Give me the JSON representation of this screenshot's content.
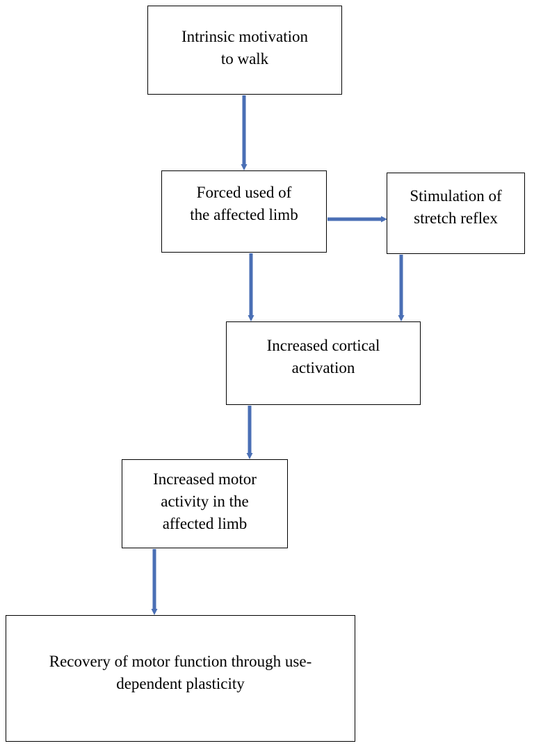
{
  "diagram": {
    "nodes": [
      {
        "id": "intrinsic",
        "label_lines": [
          "Intrinsic motivation",
          "to walk"
        ]
      },
      {
        "id": "forced",
        "label_lines": [
          "Forced used of",
          "the affected limb"
        ]
      },
      {
        "id": "stretch",
        "label_lines": [
          "Stimulation of",
          "stretch reflex"
        ]
      },
      {
        "id": "cortical",
        "label_lines": [
          "Increased cortical",
          "activation"
        ]
      },
      {
        "id": "motor",
        "label_lines": [
          "Increased motor",
          "activity in the",
          "affected limb"
        ]
      },
      {
        "id": "recovery",
        "label_lines": [
          "Recovery of motor function through use-",
          "dependent plasticity"
        ]
      }
    ],
    "edges": [
      {
        "from": "intrinsic",
        "to": "forced"
      },
      {
        "from": "forced",
        "to": "stretch"
      },
      {
        "from": "forced",
        "to": "cortical"
      },
      {
        "from": "stretch",
        "to": "cortical"
      },
      {
        "from": "cortical",
        "to": "motor"
      },
      {
        "from": "motor",
        "to": "recovery"
      }
    ],
    "colors": {
      "arrow": "#4a6fb5",
      "box_border": "#000000",
      "text": "#000000"
    }
  }
}
